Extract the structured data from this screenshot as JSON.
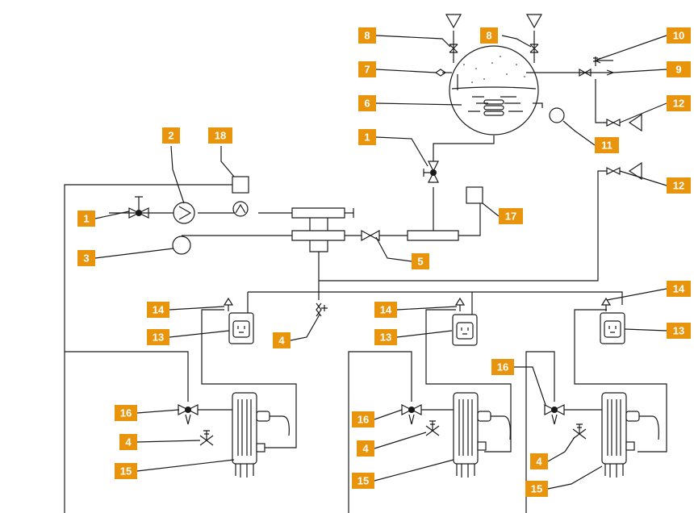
{
  "labels": {
    "l1": "1",
    "l2": "2",
    "l3": "3",
    "l4": "4",
    "l5": "5",
    "l6": "6",
    "l7": "7",
    "l8": "8",
    "l9": "9",
    "l10": "10",
    "l11": "11",
    "l12": "12",
    "l13": "13",
    "l14": "14",
    "l15": "15",
    "l16": "16",
    "l17": "17",
    "l18": "18"
  },
  "colors": {
    "label_bg": "#e8940c",
    "label_text": "#ffffff",
    "line": "#1a1a1a"
  }
}
